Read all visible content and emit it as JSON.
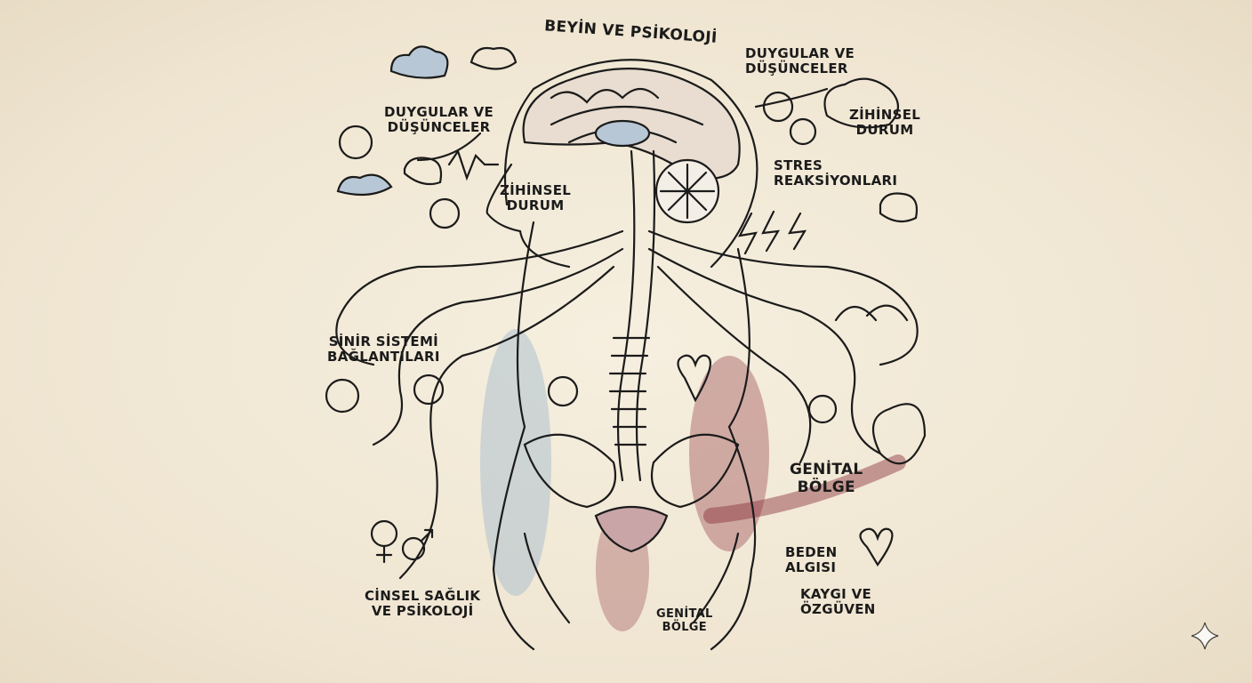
{
  "title": "BEYİN VE PSİKOLOJİ",
  "labels": {
    "emotions_right": "DUYGULAR VE\nDÜŞÜNCELER",
    "emotions_left": "DUYGULAR VE\nDÜŞÜNCELER",
    "mental_state_right": "ZİHİNSEL\nDURUM",
    "mental_state_left": "ZİHİNSEL\nDURUM",
    "stress": "STRES\nREAKSİYONLARI",
    "nervous_system": "SİNİR SİSTEMİ\nBAĞLANTILARI",
    "genital_right": "GENİTAL\nBÖLGE",
    "genital_bottom": "GENİTAL\nBÖLGE",
    "body_image": "BEDEN\nALGISI",
    "anxiety": "KAYGI VE\nÖZGÜVEN",
    "sexual_health": "CİNSEL SAĞLIK\nVE PSİKOLOJİ"
  },
  "colors": {
    "ink": "#1b1b1b",
    "blue_wash": "#9fb7cc",
    "red_wash": "#8a2f3a",
    "paper": "#f2ead9"
  }
}
